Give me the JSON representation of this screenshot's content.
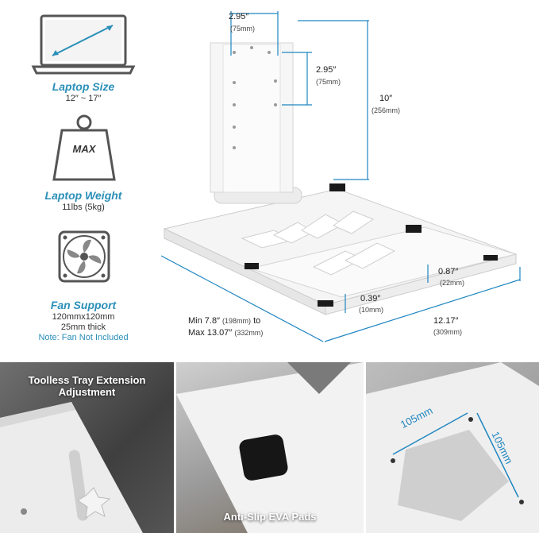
{
  "features": [
    {
      "title": "Laptop Size",
      "sub": "12″ ~ 17″",
      "icon": "laptop-icon"
    },
    {
      "title": "Laptop Weight",
      "sub": "11lbs (5kg)",
      "icon": "weight-icon",
      "badge": "MAX"
    },
    {
      "title": "Fan Support",
      "sub1": "120mmx120mm",
      "sub2": "25mm thick",
      "note": "Note: Fan Not Included",
      "icon": "fan-icon"
    }
  ],
  "dimensions": {
    "top_width": "2.95″",
    "top_width_mm": "(75mm)",
    "hole_spacing": "2.95″",
    "hole_spacing_mm": "(75mm)",
    "height": "10″",
    "height_mm": "(256mm)",
    "lip": "0.87″",
    "lip_mm": "(22mm)",
    "thickness": "0.39″",
    "thickness_mm": "(10mm)",
    "depth_min": "Min 7.8″",
    "depth_min_mm": "(198mm)",
    "depth_to": "to",
    "depth_max": "Max 13.07″",
    "depth_max_mm": "(332mm)",
    "width": "12.17″",
    "width_mm": "(309mm)"
  },
  "photos": [
    {
      "caption": "Toolless Tray Extension Adjustment"
    },
    {
      "caption": "Anti-Slip EVA Pads"
    },
    {
      "label_a": "105mm",
      "label_b": "105mm"
    }
  ],
  "colors": {
    "accent": "#2a8fb8",
    "dim_line": "#1f86c0"
  }
}
